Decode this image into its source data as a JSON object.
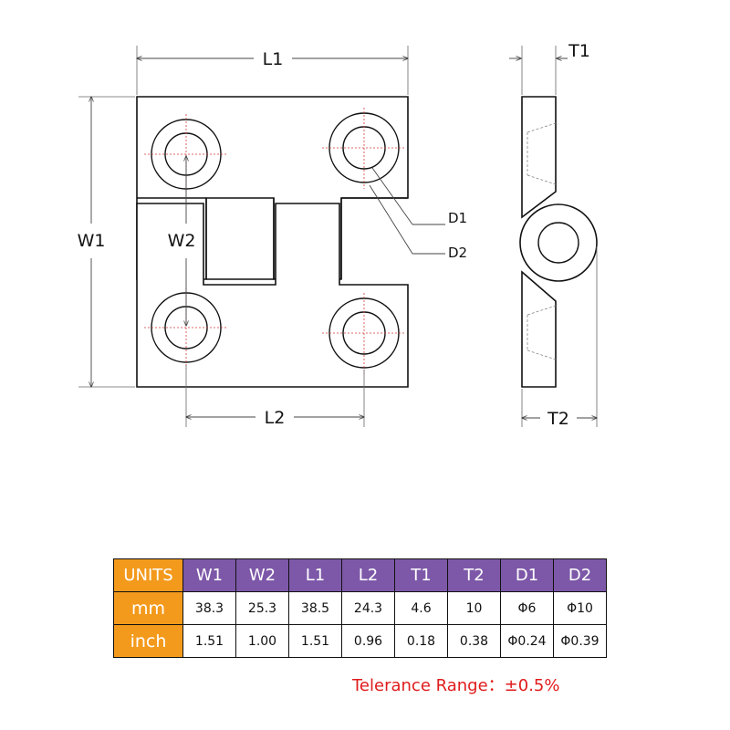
{
  "drawing": {
    "labels": {
      "l1": "L1",
      "w1": "W1",
      "w2": "W2",
      "l2": "L2",
      "t1": "T1",
      "t2": "T2",
      "d1": "D1",
      "d2": "D2"
    }
  },
  "table": {
    "units_label": "UNITS",
    "headers": [
      "W1",
      "W2",
      "L1",
      "L2",
      "T1",
      "T2",
      "D1",
      "D2"
    ],
    "rows": [
      {
        "unit": "mm",
        "values": [
          "38.3",
          "25.3",
          "38.5",
          "24.3",
          "4.6",
          "10",
          "Φ6",
          "Φ10"
        ]
      },
      {
        "unit": "inch",
        "values": [
          "1.51",
          "1.00",
          "1.51",
          "0.96",
          "0.18",
          "0.38",
          "Φ0.24",
          "Φ0.39"
        ]
      }
    ],
    "colors": {
      "units_bg": "#f39a1c",
      "header_bg": "#7d58a8"
    }
  },
  "tolerance": "Telerance Range：±0.5%"
}
